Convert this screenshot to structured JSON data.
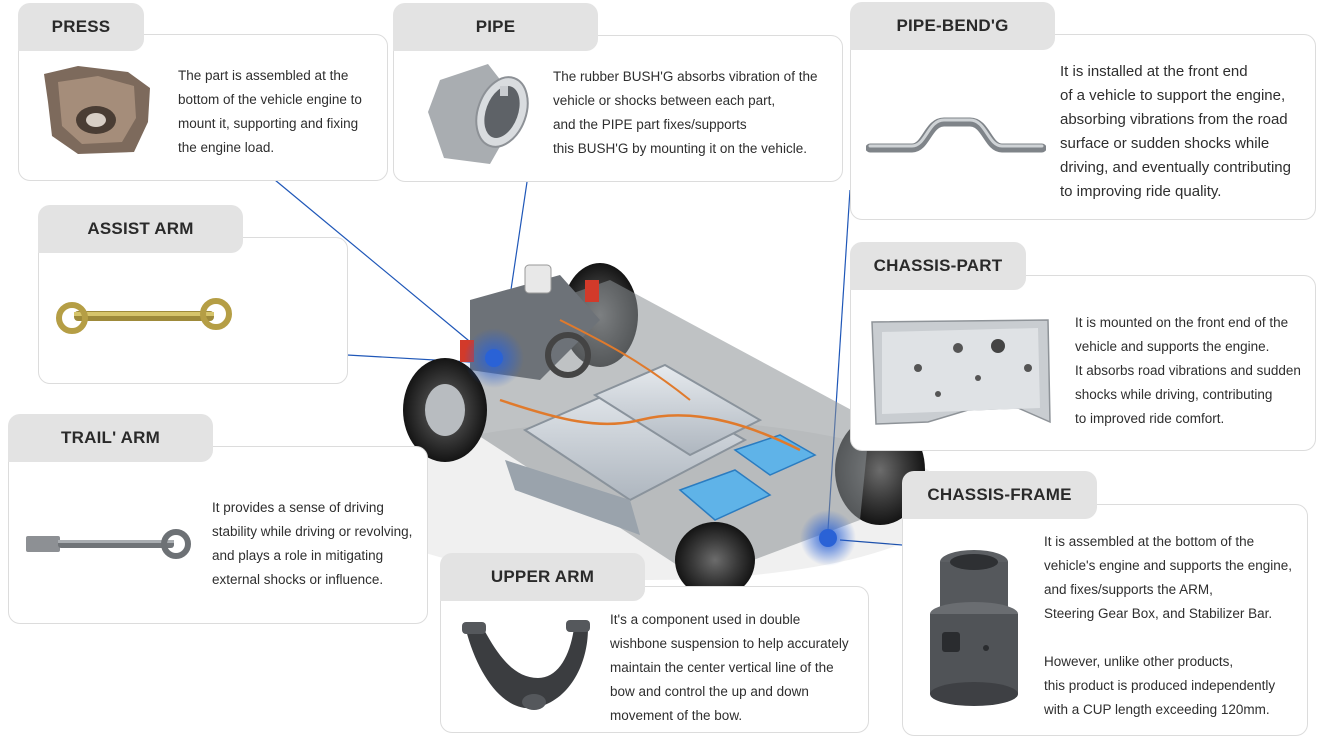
{
  "cards": [
    {
      "key": "press",
      "title": "PRESS",
      "lines": [
        "The part is assembled at the",
        "bottom of the vehicle engine to",
        "mount it, supporting and fixing",
        "the engine load."
      ]
    },
    {
      "key": "pipe",
      "title": "PIPE",
      "lines": [
        "The rubber BUSH'G absorbs vibration of the",
        "vehicle or shocks between each part,",
        "and the PIPE part fixes/supports",
        "this BUSH'G by mounting it on the vehicle."
      ]
    },
    {
      "key": "pipe_bend",
      "title": "PIPE-BEND'G",
      "lines": [
        "It is installed at the front end",
        "of a vehicle to support the engine,",
        "absorbing vibrations from the road",
        "surface or sudden shocks while",
        "driving, and eventually contributing",
        "to improving ride quality."
      ]
    },
    {
      "key": "assist_arm",
      "title": "ASSIST ARM",
      "lines": []
    },
    {
      "key": "chassis_part",
      "title": "CHASSIS-PART",
      "lines": [
        "It is mounted on the front end of the",
        "vehicle and supports the engine.",
        "It absorbs road vibrations and sudden",
        "shocks while driving, contributing",
        "to improved ride comfort."
      ]
    },
    {
      "key": "trail_arm",
      "title": "TRAIL' ARM",
      "lines": [
        "It provides a sense of driving",
        "stability while driving or revolving,",
        "and plays a role in mitigating",
        "external shocks or influence."
      ]
    },
    {
      "key": "chassis_frame",
      "title": "CHASSIS-FRAME",
      "lines": [
        "It is assembled at the bottom of the",
        "vehicle's engine and supports the engine,",
        "and fixes/supports the ARM,",
        "Steering Gear Box, and Stabilizer Bar.",
        "",
        "However, unlike other products,",
        "this product is produced independently",
        "with a CUP length exceeding 120mm."
      ]
    },
    {
      "key": "upper_arm",
      "title": "UPPER ARM",
      "lines": [
        "It's a component used in double",
        "wishbone suspension to help accurately",
        "maintain the center vertical line of the",
        "bow and control the up and down",
        "movement of the bow."
      ]
    }
  ],
  "colors": {
    "tab_bg": "#e3e3e3",
    "leader_line": "#1f57b8",
    "hotspot": "#2a62d6",
    "battery": "#cfd6dc",
    "accent_blue": "#5fb3e8"
  },
  "icons": {
    "press": "press-part-image",
    "pipe": "pipe-bush-image",
    "pipe_bend": "bent-pipe-image",
    "assist_arm": "assist-arm-image",
    "chassis_part": "chassis-bracket-image",
    "trail_arm": "trail-arm-image",
    "chassis_frame": "frame-cup-image",
    "upper_arm": "upper-arm-image",
    "vehicle": "ev-chassis-image"
  }
}
